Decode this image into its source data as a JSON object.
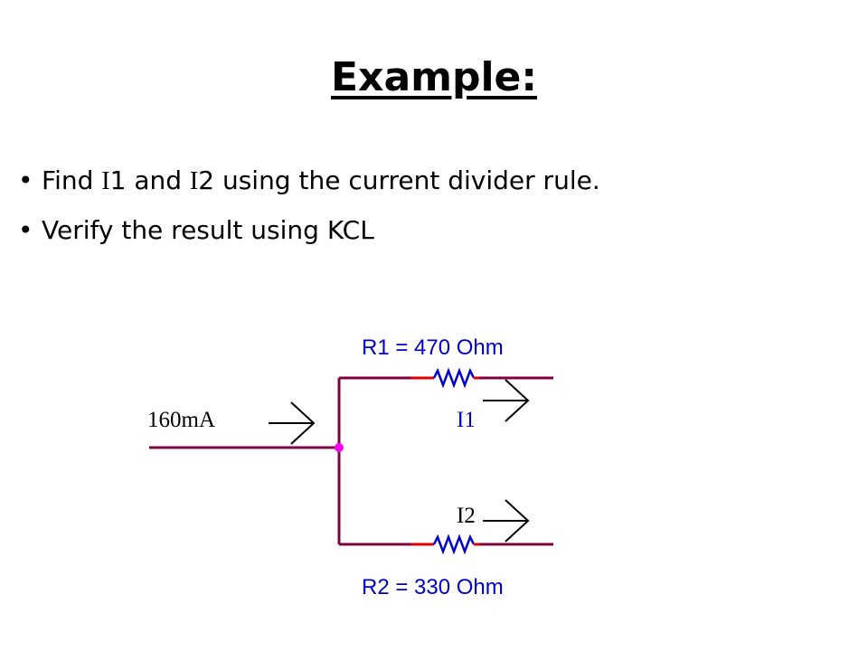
{
  "slide": {
    "title": "Example:",
    "bullets": [
      {
        "prefix": "Find ",
        "var1": "I",
        "mid": "1 and ",
        "var2": "I",
        "suffix": "2 using the current divider rule."
      },
      {
        "text": "Verify the result using KCL"
      }
    ]
  },
  "circuit": {
    "source_current": "160mA",
    "r1_label": "R1 = 470 Ohm",
    "r2_label": "R2 = 330 Ohm",
    "i1_label": "I1",
    "i2_label": "I2",
    "colors": {
      "wire": "#800040",
      "resistor_lead": "#e00000",
      "resistor_body": "#0000cc",
      "label_blue": "#0000cc",
      "node": "#ff00ff",
      "arrow": "#000000"
    }
  }
}
